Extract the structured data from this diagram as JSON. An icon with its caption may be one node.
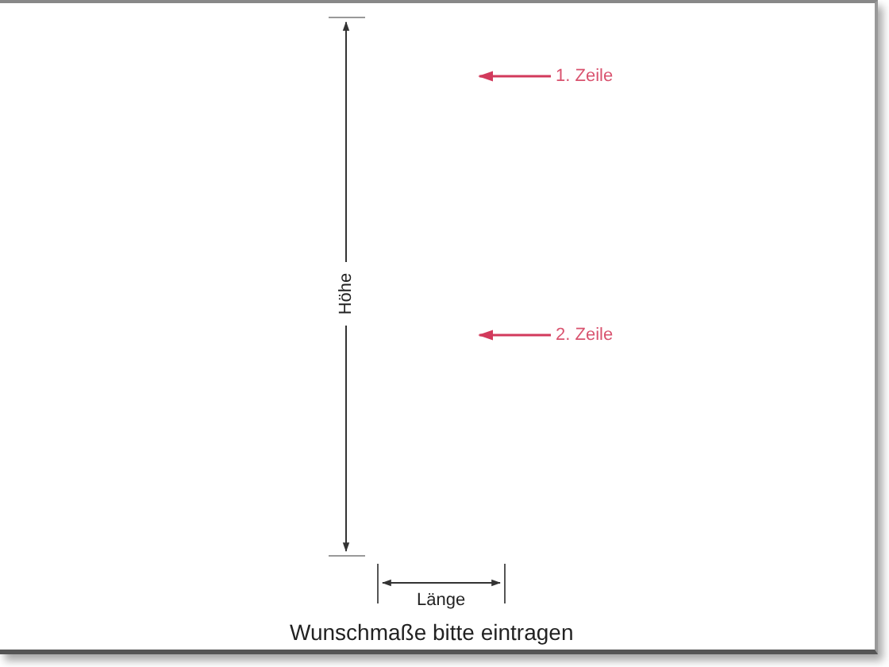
{
  "diagram": {
    "caption": "Wunschmaße bitte eintragen",
    "nodes": [
      {
        "text": [
          "1. Zeile"
        ]
      },
      {
        "text": [
          "2. Zeile"
        ]
      }
    ],
    "edges": [
      {
        "from": 0,
        "to": null,
        "arrow": "to"
      },
      {
        "from": 1,
        "to": null,
        "arrow": "to"
      }
    ],
    "labels": [
      "Höhe",
      "Länge"
    ]
  }
}
